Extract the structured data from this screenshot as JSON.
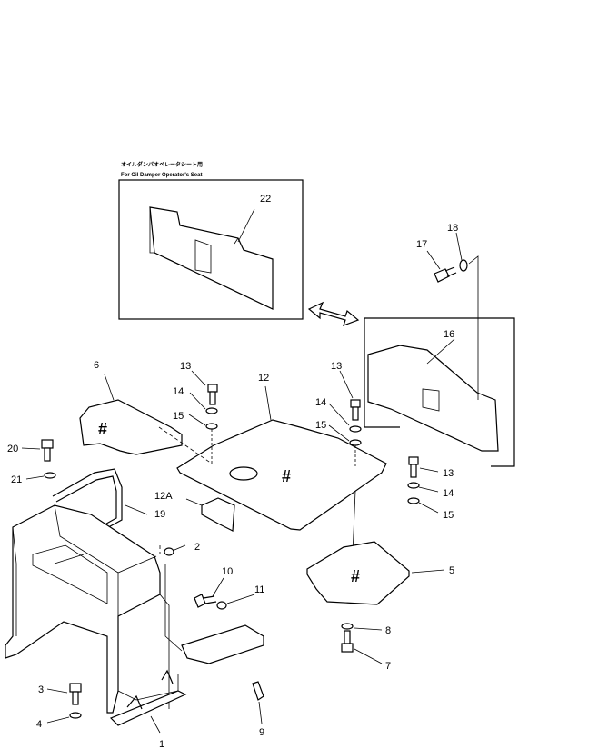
{
  "inset": {
    "caption_jp": "オイルダンパオペレータシート用",
    "caption_en": "For Oil Damper Operator's Seat"
  },
  "callouts": {
    "c1": "1",
    "c2": "2",
    "c3": "3",
    "c4": "4",
    "c5": "5",
    "c6": "6",
    "c7": "7",
    "c8": "8",
    "c9": "9",
    "c10": "10",
    "c11": "11",
    "c12": "12",
    "c12a": "12A",
    "c13a": "13",
    "c13b": "13",
    "c13c": "13",
    "c14a": "14",
    "c14b": "14",
    "c14c": "14",
    "c15a": "15",
    "c15b": "15",
    "c15c": "15",
    "c16": "16",
    "c17": "17",
    "c18": "18",
    "c19": "19",
    "c20": "20",
    "c21": "21",
    "c22": "22"
  },
  "marks": {
    "hash": "#"
  }
}
